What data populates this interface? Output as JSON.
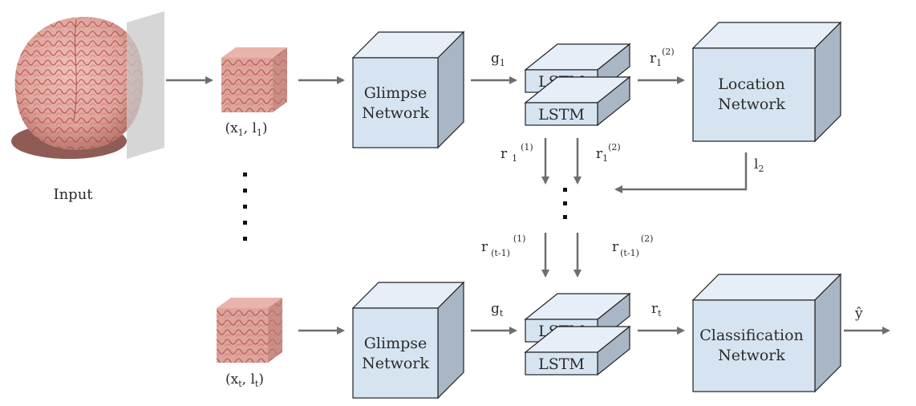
{
  "diagram": {
    "input_label": "Input",
    "glimpse": {
      "first": {
        "x": "x",
        "x_sub": "1",
        "l": "l",
        "l_sub": "1"
      },
      "last": {
        "x": "x",
        "x_sub": "t",
        "l": "l",
        "l_sub": "t"
      }
    },
    "glimpse_network": {
      "line1": "Glimpse",
      "line2": "Network"
    },
    "lstm_label": "LSTM",
    "location_network": {
      "line1": "Location",
      "line2": "Network"
    },
    "classification_network": {
      "line1": "Classification",
      "line2": "Network"
    },
    "edges": {
      "g1": {
        "base": "g",
        "sub": "1"
      },
      "gt": {
        "base": "g",
        "sub": "t"
      },
      "r1_2_top": {
        "base": "r",
        "sub": "1",
        "sup": "(2)"
      },
      "r1_1": {
        "base": "r",
        "sub": "1",
        "sup": "(1)"
      },
      "r1_2": {
        "base": "r",
        "sub": "1",
        "sup": "(2)"
      },
      "l2": {
        "base": "l",
        "sub": "2"
      },
      "rt1_1": {
        "base": "r",
        "sub": "(t-1)",
        "sup": "(1)"
      },
      "rt1_2": {
        "base": "r",
        "sub": "(t-1)",
        "sup": "(2)"
      },
      "rt": {
        "base": "r",
        "sub": "t"
      },
      "yhat": "ŷ"
    },
    "colors": {
      "box_front": "#d6e4f2",
      "box_top": "#e6eef8",
      "box_side": "#a9b6c5",
      "stroke": "#222222",
      "arrow": "#6e6e6e",
      "brain": "#dda49c",
      "brain_vessel": "#b2423c"
    }
  }
}
